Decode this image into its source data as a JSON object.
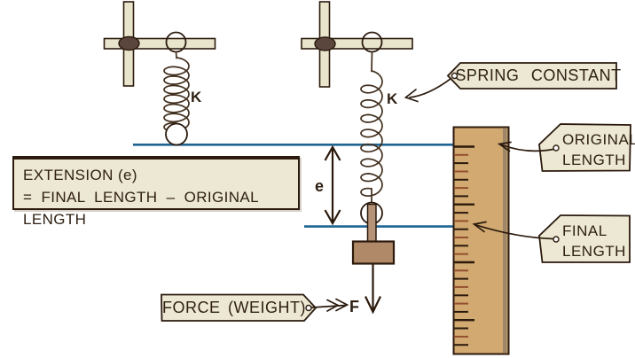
{
  "diagram": {
    "description": "Hooke's law spring extension diagram with unloaded and loaded springs, ruler and labelled tags",
    "extension_box": {
      "line1": "EXTENSION (e)",
      "line2": "= FINAL LENGTH – ORIGINAL LENGTH"
    },
    "tags": {
      "spring_constant": "SPRING CONSTANT",
      "original_length": {
        "line1": "ORIGINAL",
        "line2": "LENGTH"
      },
      "final_length": {
        "line1": "FINAL",
        "line2": "LENGTH"
      },
      "force_weight": "FORCE (WEIGHT)"
    },
    "symbols": {
      "spring_constant_left": "K",
      "spring_constant_right": "K",
      "extension": "e",
      "force": "F"
    },
    "colors": {
      "outline": "#2b1a0d",
      "tag_fill": "#ede8d3",
      "stand_fill": "#e9e5cd",
      "knob_fill": "#5a463c",
      "spring_stroke": "#42301f",
      "blue_line": "#1e6493",
      "ruler_fill": "#d1a971",
      "ruler_shade": "#8d7b66",
      "tick_accent": "#94502e",
      "weight_fill": "#b08a68",
      "rod_fill": "#b59378",
      "text_color": "#2f2013"
    }
  }
}
